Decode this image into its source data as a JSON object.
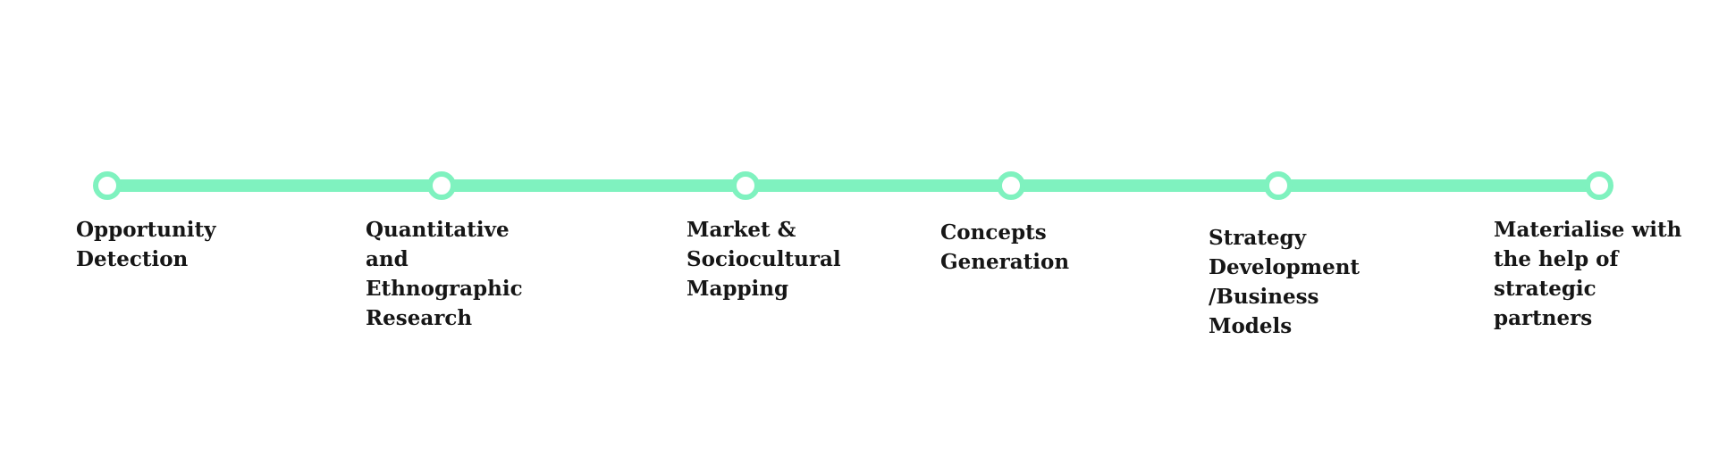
{
  "colors": {
    "accent": "#7ff2bf",
    "text": "#161616",
    "background": "#ffffff"
  },
  "timeline": {
    "steps": [
      {
        "label": "Opportunity\nDetection"
      },
      {
        "label": "Quantitative\nand\nEthnographic\nResearch"
      },
      {
        "label": "Market &\nSociocultural\nMapping"
      },
      {
        "label": "Concepts\nGeneration"
      },
      {
        "label": "Strategy\nDevelopment\n/Business\nModels"
      },
      {
        "label": "Materialise with\nthe help of\nstrategic\npartners"
      }
    ]
  }
}
